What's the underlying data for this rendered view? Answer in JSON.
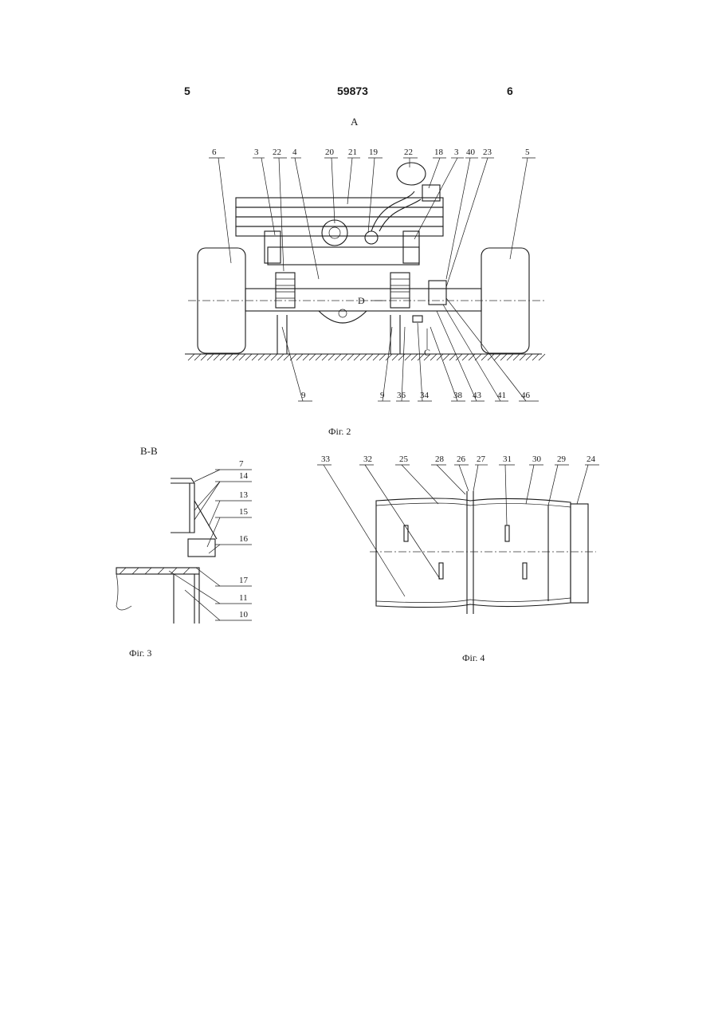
{
  "header": {
    "page_left": "5",
    "patent_number": "59873",
    "page_right": "6"
  },
  "fig2": {
    "view_label": "A",
    "caption": "Фіг. 2",
    "top_labels": [
      "6",
      "3",
      "22",
      "4",
      "20",
      "21",
      "19",
      "22",
      "18",
      "3",
      "40",
      "23",
      "5"
    ],
    "bottom_labels": [
      "9",
      "9",
      "36",
      "34",
      "38",
      "43",
      "41",
      "46"
    ],
    "arrow_d": "D",
    "arrow_c": "C"
  },
  "fig3": {
    "section_label": "B-B",
    "caption": "Фіг. 3",
    "labels": [
      "7",
      "14",
      "13",
      "15",
      "16",
      "17",
      "11",
      "10"
    ]
  },
  "fig4": {
    "caption": "Фіг. 4",
    "labels": [
      "33",
      "32",
      "25",
      "28",
      "26",
      "27",
      "31",
      "30",
      "29",
      "24"
    ]
  }
}
